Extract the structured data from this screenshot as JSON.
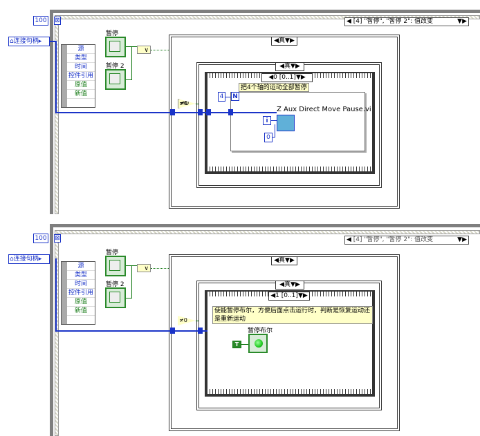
{
  "panels": [
    {
      "loop_count": "100",
      "event_selector": "[4] \"暂停\", \"暂停 2\": 值改变",
      "connection_handle": "连接句柄",
      "event_nodes": [
        "源",
        "类型",
        "时间",
        "控件引用",
        "原值",
        "新值"
      ],
      "control_1": "暂停",
      "control_2": "暂停 2",
      "or_gate": "∨",
      "compare": "≠0",
      "case_outer": "真",
      "case_inner": "真",
      "sequence_frame": "0 [0..1]",
      "comment": "把4个轴的运动全部暂停",
      "const_n": "4",
      "for_n": "N",
      "iter_i": "i",
      "const_zero": "0",
      "subvi_name": "Z Aux Direct Move Pause.vi"
    },
    {
      "loop_count": "100",
      "event_selector": "[4] \"暂停\", \"暂停 2\": 值改变",
      "connection_handle": "连接句柄",
      "event_nodes": [
        "源",
        "类型",
        "时间",
        "控件引用",
        "原值",
        "新值"
      ],
      "control_1": "暂停",
      "control_2": "暂停 2",
      "or_gate": "∨",
      "compare": "≠0",
      "case_outer": "真",
      "case_inner": "真",
      "sequence_frame": "1 [0..1]",
      "comment": "使能暂停布尔，方便后面点击运行时，判断是恢复运动还是重新运动",
      "bool_const": "T",
      "indicator_label": "暂停布尔"
    }
  ]
}
